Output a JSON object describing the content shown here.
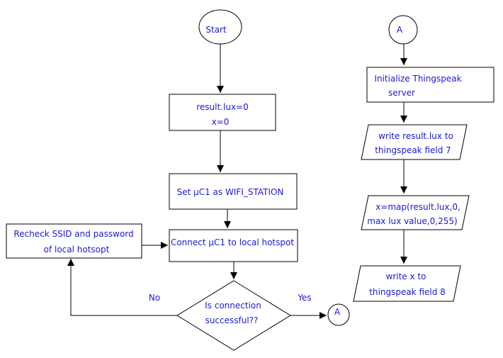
{
  "nodes": {
    "start": {
      "lines": [
        "Start"
      ]
    },
    "init_vars": {
      "lines": [
        "result.lux=0",
        "x=0"
      ]
    },
    "set_station": {
      "lines": [
        "Set μC1 as WIFI_STATION"
      ]
    },
    "connect": {
      "lines": [
        "Connect μC1 to local hotspot"
      ]
    },
    "recheck": {
      "lines": [
        "Recheck SSID and password",
        "of local hotsopt"
      ]
    },
    "decision": {
      "lines": [
        "Is connection",
        "successful??"
      ]
    },
    "connector_out": {
      "lines": [
        "A"
      ]
    },
    "connector_in": {
      "lines": [
        "A"
      ]
    },
    "init_thingspeak": {
      "lines": [
        "Initialize Thingspeak",
        "server"
      ]
    },
    "write_lux": {
      "lines": [
        "write result.lux to",
        "thingspeak field 7"
      ]
    },
    "map_x": {
      "lines": [
        "x=map(result.lux,0,",
        "max lux value,0,255)"
      ]
    },
    "write_x": {
      "lines": [
        "write x to",
        "thingspeak field 8"
      ]
    }
  },
  "edges": {
    "no_label": "No",
    "yes_label": "Yes"
  }
}
